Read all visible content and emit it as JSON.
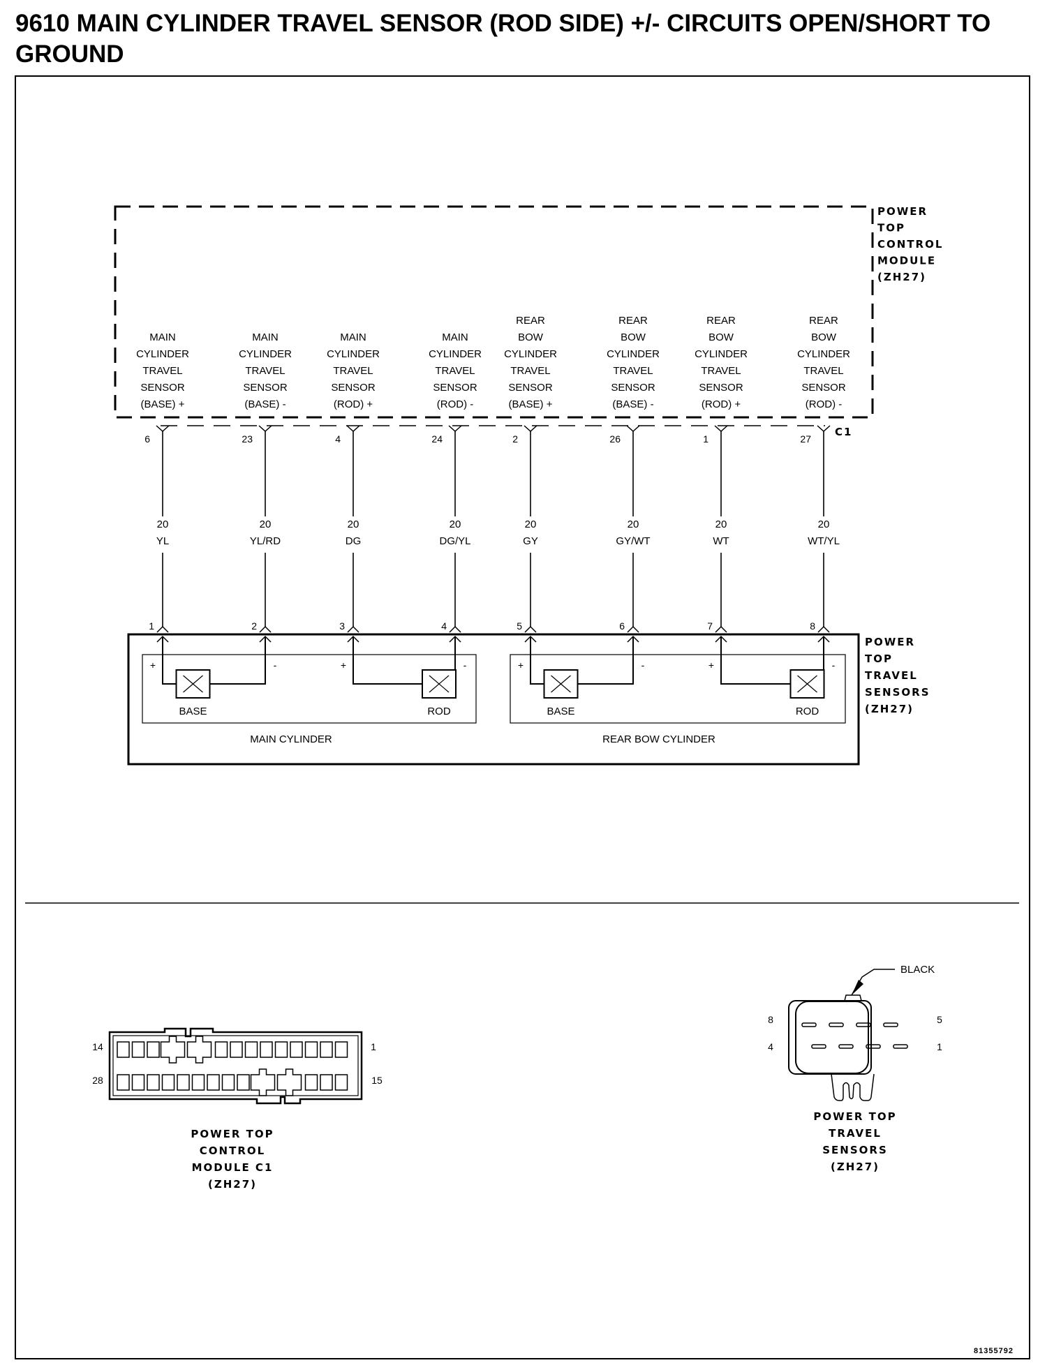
{
  "page": {
    "title": "9610 MAIN CYLINDER TRAVEL SENSOR (ROD SIDE) +/- CIRCUITS OPEN/SHORT TO GROUND",
    "figure_id": "81355792"
  },
  "module": {
    "name_lines": [
      "POWER",
      "TOP",
      "CONTROL",
      "MODULE",
      "(ZH27)"
    ],
    "connector": "C1"
  },
  "circuits": [
    {
      "label_lines": [
        "MAIN",
        "CYLINDER",
        "TRAVEL",
        "SENSOR",
        "(BASE) +"
      ],
      "module_pin": "6",
      "gauge": "20",
      "color": "YL",
      "sensor_pin": "1"
    },
    {
      "label_lines": [
        "MAIN",
        "CYLINDER",
        "TRAVEL",
        "SENSOR",
        "(BASE) -"
      ],
      "module_pin": "23",
      "gauge": "20",
      "color": "YL/RD",
      "sensor_pin": "2"
    },
    {
      "label_lines": [
        "MAIN",
        "CYLINDER",
        "TRAVEL",
        "SENSOR",
        "(ROD) +"
      ],
      "module_pin": "4",
      "gauge": "20",
      "color": "DG",
      "sensor_pin": "3"
    },
    {
      "label_lines": [
        "MAIN",
        "CYLINDER",
        "TRAVEL",
        "SENSOR",
        "(ROD) -"
      ],
      "module_pin": "24",
      "gauge": "20",
      "color": "DG/YL",
      "sensor_pin": "4"
    },
    {
      "label_lines": [
        "REAR",
        "BOW",
        "CYLINDER",
        "TRAVEL",
        "SENSOR",
        "(BASE) +"
      ],
      "module_pin": "2",
      "gauge": "20",
      "color": "GY",
      "sensor_pin": "5"
    },
    {
      "label_lines": [
        "REAR",
        "BOW",
        "CYLINDER",
        "TRAVEL",
        "SENSOR",
        "(BASE) -"
      ],
      "module_pin": "26",
      "gauge": "20",
      "color": "GY/WT",
      "sensor_pin": "6"
    },
    {
      "label_lines": [
        "REAR",
        "BOW",
        "CYLINDER",
        "TRAVEL",
        "SENSOR",
        "(ROD) +"
      ],
      "module_pin": "1",
      "gauge": "20",
      "color": "WT",
      "sensor_pin": "7"
    },
    {
      "label_lines": [
        "REAR",
        "BOW",
        "CYLINDER",
        "TRAVEL",
        "SENSOR",
        "(ROD) -"
      ],
      "module_pin": "27",
      "gauge": "20",
      "color": "WT/YL",
      "sensor_pin": "8"
    }
  ],
  "sensors": {
    "name_lines": [
      "POWER",
      "TOP",
      "TRAVEL",
      "SENSORS",
      "(ZH27)"
    ],
    "groups": [
      {
        "name": "MAIN CYLINDER",
        "elements": [
          {
            "name": "BASE",
            "plus": "+",
            "minus": "-"
          },
          {
            "name": "ROD",
            "plus": "+",
            "minus": "-"
          }
        ]
      },
      {
        "name": "REAR BOW CYLINDER",
        "elements": [
          {
            "name": "BASE",
            "plus": "+",
            "minus": "-"
          },
          {
            "name": "ROD",
            "plus": "+",
            "minus": "-"
          }
        ]
      }
    ]
  },
  "connector_views": {
    "module_c1": {
      "name_lines": [
        "POWER TOP",
        "CONTROL",
        "MODULE C1",
        "(ZH27)"
      ],
      "pin_labels": {
        "top_left": "14",
        "top_right": "1",
        "bottom_left": "28",
        "bottom_right": "15"
      }
    },
    "sensor_conn": {
      "name_lines": [
        "POWER TOP",
        "TRAVEL",
        "SENSORS",
        "(ZH27)"
      ],
      "color_callout": "BLACK",
      "pin_labels": {
        "top_left": "8",
        "top_right": "5",
        "bottom_left": "4",
        "bottom_right": "1"
      }
    }
  }
}
